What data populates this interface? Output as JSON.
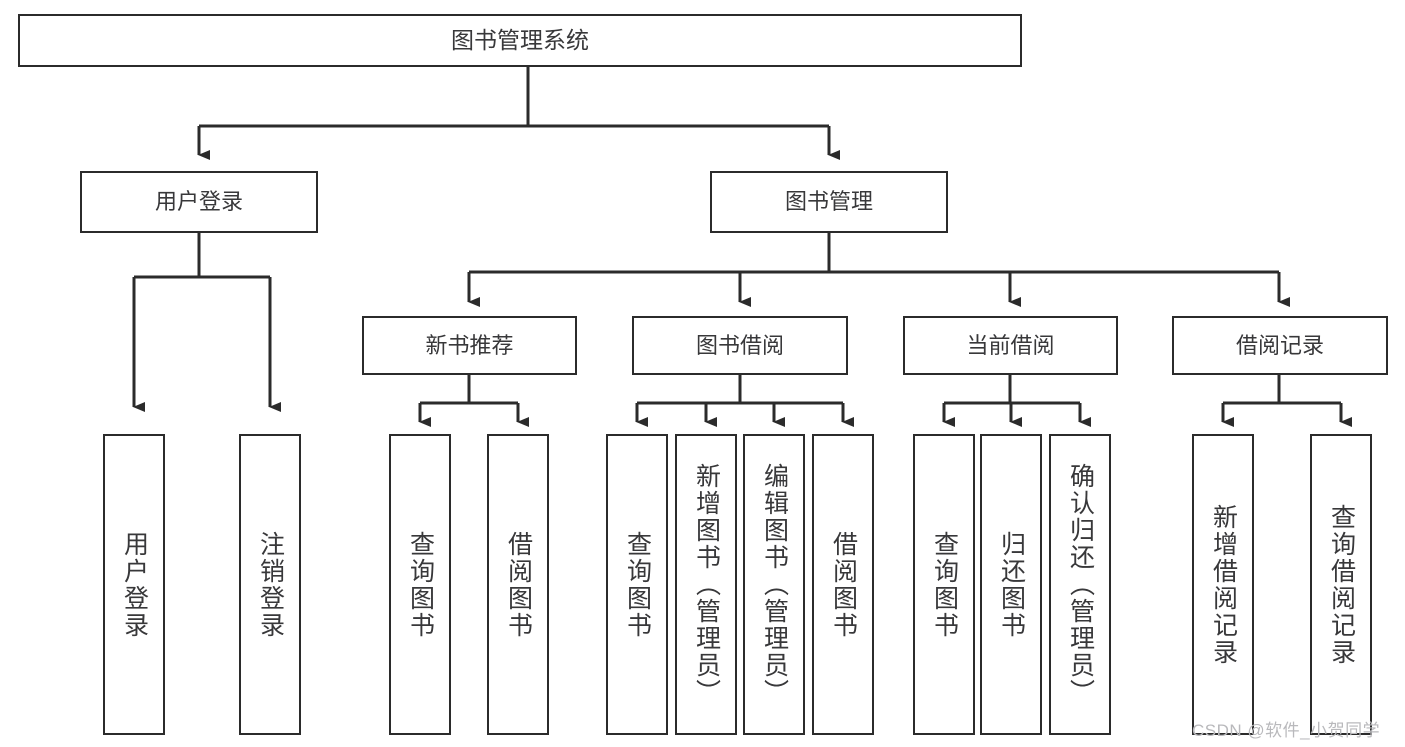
{
  "diagram": {
    "title": "图书管理系统",
    "type": "tree-hierarchy",
    "orientation": "top-down",
    "colors": {
      "box_border": "#2b2b2b",
      "box_fill": "#ffffff",
      "connector": "#2b2b2b",
      "text": "#38383a",
      "watermark": "#b9b9bc",
      "background": "#ffffff"
    }
  },
  "root": {
    "label": "图书管理系统"
  },
  "level1": [
    {
      "label": "用户登录"
    },
    {
      "label": "图书管理"
    }
  ],
  "level2": [
    {
      "label": "新书推荐"
    },
    {
      "label": "图书借阅"
    },
    {
      "label": "当前借阅"
    },
    {
      "label": "借阅记录"
    }
  ],
  "leaves": {
    "user_login": [
      {
        "label": "用户登录"
      },
      {
        "label": "注销登录"
      }
    ],
    "new_book_recommend": [
      {
        "label": "查询图书"
      },
      {
        "label": "借阅图书"
      }
    ],
    "book_borrow": [
      {
        "label": "查询图书"
      },
      {
        "label": "新增图书（管理员）"
      },
      {
        "label": "编辑图书（管理员）"
      },
      {
        "label": "借阅图书"
      }
    ],
    "current_borrow": [
      {
        "label": "查询图书"
      },
      {
        "label": "归还图书"
      },
      {
        "label": "确认归还（管理员）"
      }
    ],
    "borrow_record": [
      {
        "label": "新增借阅记录"
      },
      {
        "label": "查询借阅记录"
      }
    ]
  },
  "watermark": {
    "text": "CSDN @软件_小贺同学"
  }
}
